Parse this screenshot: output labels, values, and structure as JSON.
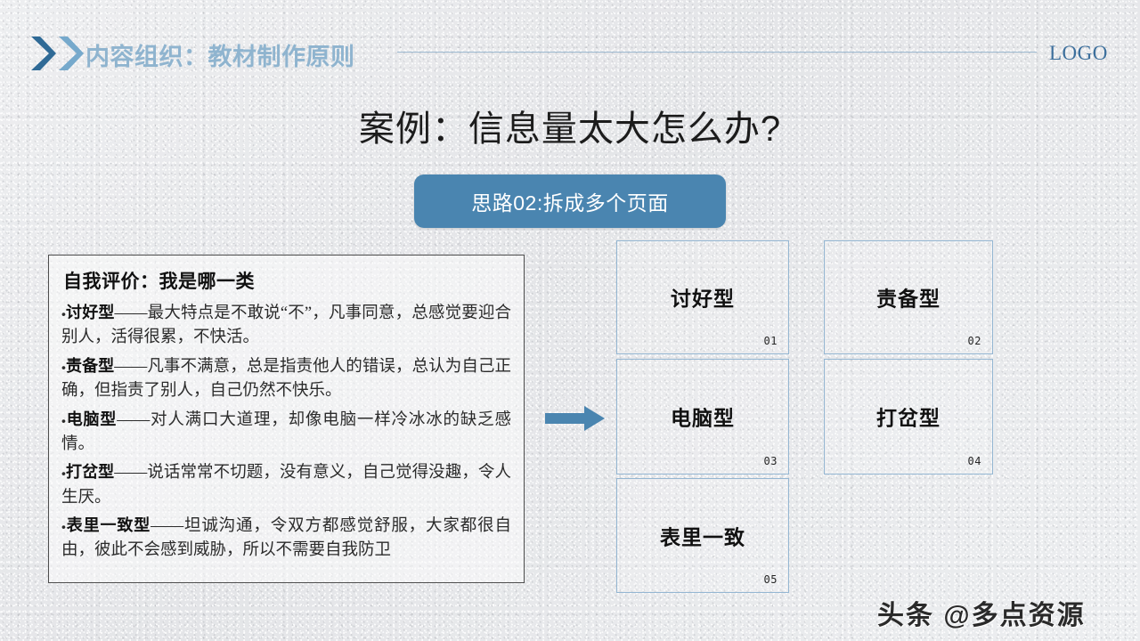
{
  "header": {
    "title": "内容组织：教材制作原则",
    "logo": "LOGO",
    "chevron_dark_color": "#2f6a96",
    "chevron_light_color": "#76a9cc",
    "rule_color": "#9db9d0",
    "title_color": "#8fb4cf"
  },
  "main": {
    "title": "案例：信息量太大怎么办?",
    "banner": {
      "text": "思路02:拆成多个页面",
      "bg_color": "#4a85b0",
      "text_color": "#ffffff"
    },
    "arrow": {
      "name": "right-arrow",
      "color": "#4a85b0"
    }
  },
  "textbox": {
    "heading": "自我评价：我是哪一类",
    "bullet_glyph": "•",
    "border_color": "#4d4d4d",
    "items": [
      {
        "type": "讨好型",
        "dash": "——",
        "body": "最大特点是不敢说“不”，凡事同意，总感觉要迎合别人，活得很累，不快活。"
      },
      {
        "type": "责备型",
        "dash": "——",
        "body": "凡事不满意，总是指责他人的错误，总认为自己正确，但指责了别人，自己仍然不快乐。"
      },
      {
        "type": "电脑型",
        "dash": "——",
        "body": "对人满口大道理，却像电脑一样冷冰冰的缺乏感情。"
      },
      {
        "type": "打岔型",
        "dash": "——",
        "body": "说话常常不切题，没有意义，自己觉得没趣，令人生厌。"
      },
      {
        "type": "表里一致型",
        "dash": "——",
        "body": "坦诚沟通，令双方都感觉舒服，大家都很自由，彼此不会感到威胁，所以不需要自我防卫"
      }
    ]
  },
  "cards": {
    "border_color": "#94b6d2",
    "items": [
      {
        "title": "讨好型",
        "number": "01"
      },
      {
        "title": "责备型",
        "number": "02"
      },
      {
        "title": "电脑型",
        "number": "03"
      },
      {
        "title": "打岔型",
        "number": "04"
      },
      {
        "title": "表里一致",
        "number": "05"
      }
    ]
  },
  "watermark": {
    "text": "头条 @多点资源"
  }
}
